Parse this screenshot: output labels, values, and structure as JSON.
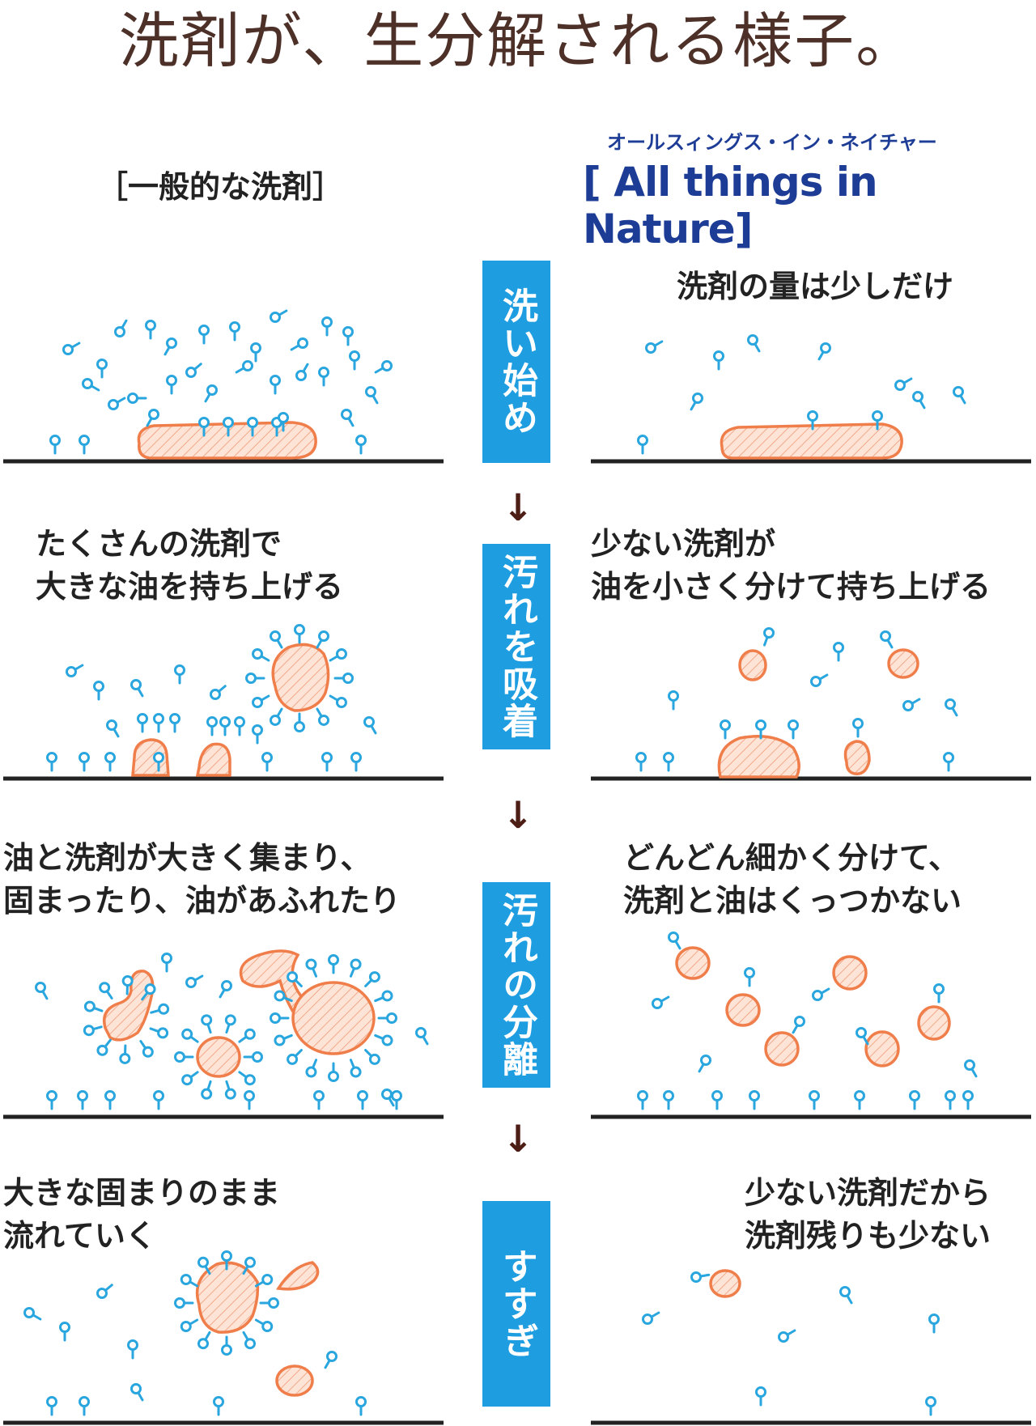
{
  "title": "洗剤が、生分解される様子。",
  "left_heading": "［一般的な洗剤］",
  "right_subheading": "オールスィングス・イン・ネイチャー",
  "right_heading": "[ All things in Nature]",
  "steps": [
    {
      "label": "洗い始め"
    },
    {
      "label": "汚れを吸着"
    },
    {
      "label": "汚れの分離"
    },
    {
      "label": "すすぎ"
    }
  ],
  "arrows": [
    "↓",
    "↓",
    "↓"
  ],
  "right_captions": {
    "s1": [
      "洗剤の量は少しだけ"
    ],
    "s2": [
      "少ない洗剤が",
      "油を小さく分けて持ち上げる"
    ],
    "s3": [
      "どんどん細かく分けて、",
      "洗剤と油はくっつかない"
    ],
    "s4": [
      "少ない洗剤だから",
      "洗剤残りも少ない"
    ]
  },
  "left_captions": {
    "s2": [
      "たくさんの洗剤で",
      "大きな油を持ち上げる"
    ],
    "s3": [
      "油と洗剤が大きく集まり、",
      "固まったり、油があふれたり"
    ],
    "s4": [
      "大きな固まりのまま",
      "流れていく"
    ]
  },
  "colors": {
    "title": "#4d3128",
    "brand_blue": "#1d3c96",
    "step_box": "#1e9de0",
    "arrow": "#4d1e15",
    "detergent": "#2aa6df",
    "oil_stroke": "#ef7e4b",
    "oil_fill": "#fde4d6",
    "ground": "#222222"
  }
}
